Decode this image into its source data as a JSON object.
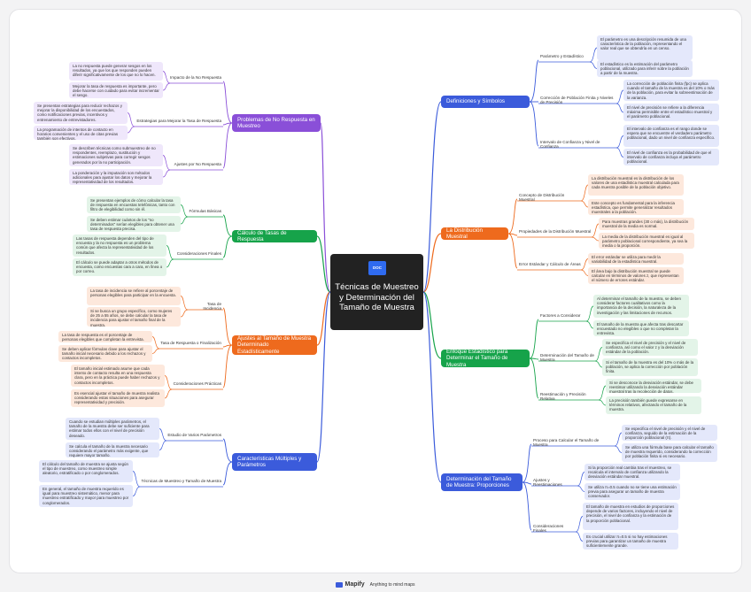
{
  "center_title": "Técnicas de Muestreo y Determinación del Tamaño de Muestra",
  "center_icon_label": "DOC",
  "colors": {
    "purple": "#8a4fd8",
    "green": "#16a34a",
    "orange": "#ee6a1d",
    "blue": "#3b5bdb",
    "purple_bg": "#efe7fb",
    "green_bg": "#e3f4e8",
    "orange_bg": "#fde8dc",
    "blue_bg": "#e4e8fb"
  },
  "branches": [
    {
      "label": "Definiciones y Símbolos",
      "subs": [
        {
          "label": "Parámetro y Estadístico",
          "leaves": [
            "El parámetro es una descripción resumida de una característica de la población, representando el valor real que se obtendría en un censo.",
            "El estadístico es la estimación del parámetro poblacional, utilizado para inferir sobre la población a partir de la muestra."
          ]
        },
        {
          "label": "Corrección de Población Finita y Niveles de Precisión",
          "leaves": [
            "La corrección de población finita (fpc) se aplica cuando el tamaño de la muestra es del 10% o más de la población, para evitar la sobreestimación de la varianza.",
            "El nivel de precisión se refiere a la diferencia máxima permisible entre el estadístico muestral y el parámetro poblacional."
          ]
        },
        {
          "label": "Intervalo de Confianza y Nivel de Confianza",
          "leaves": [
            "El intervalo de confianza es el rango donde se espera que se encuentre el verdadero parámetro poblacional, dado un nivel de confianza específico.",
            "El nivel de confianza es la probabilidad de que el intervalo de confianza incluya el parámetro poblacional."
          ]
        }
      ]
    },
    {
      "label": "La Distribución Muestral",
      "subs": [
        {
          "label": "Concepto de Distribución Muestral",
          "leaves": [
            "La distribución muestral es la distribución de los valores de una estadística muestral calculada para cada muestra posible de la población objetivo.",
            "Este concepto es fundamental para la inferencia estadística, que permite generalizar resultados muestrales a la población."
          ]
        },
        {
          "label": "Propiedades de la Distribución Muestral",
          "leaves": [
            "Para muestras grandes (30 o más), la distribución muestral de la media es normal.",
            "La media de la distribución muestral es igual al parámetro poblacional correspondiente, ya sea la media o la proporción."
          ]
        },
        {
          "label": "Error Estándar y Cálculo de Áreas",
          "leaves": [
            "El error estándar se utiliza para medir la variabilidad de la estadística muestral.",
            "El área bajo la distribución muestral se puede calcular en términos de valores z, que representan el número de errores estándar."
          ]
        }
      ]
    },
    {
      "label": "Enfoque Estadístico para Determinar el Tamaño de Muestra",
      "subs": [
        {
          "label": "Factores a Considerar",
          "leaves": [
            "Al determinar el tamaño de la muestra, se deben considerar factores cualitativos como la importancia de la decisión, la naturaleza de la investigación y las limitaciones de recursos.",
            "El tamaño de la muestra que afecta tras descartar encuestado no elegibles o que no completan la entrevista."
          ]
        },
        {
          "label": "Determinación del Tamaño de Muestra",
          "leaves": [
            "Se especifica el nivel de precisión y el nivel de confianza, así como el valor z y la desviación estándar de la población.",
            "Si el tamaño de la muestra es del 10% o más de la población, se aplica la corrección por población finita."
          ]
        },
        {
          "label": "Reestimación y Precisión Relativa",
          "leaves": [
            "Si se desconoce la desviación estándar, se debe reestimar utilizando la desviación estándar muestral tras la recolección de datos.",
            "La precisión también puede expresarse en términos relativos, afectando el tamaño de la muestra."
          ]
        }
      ]
    },
    {
      "label": "Determinación del Tamaño de Muestra: Proporciones",
      "subs": [
        {
          "label": "Proceso para Calcular el Tamaño de Muestra",
          "leaves": [
            "Se especifica el nivel de precisión y el nivel de confianza, seguido de la estimación de la proporción poblacional (π).",
            "Se utiliza una fórmula base para calcular el tamaño de muestra requerido, considerando la corrección por población finita si es necesario."
          ]
        },
        {
          "label": "Ajustes y Reestimaciones",
          "leaves": [
            "Si la proporción real cambia tras el muestreo, se recalcula el intervalo de confianza utilizando la desviación estándar muestral.",
            "Se utiliza π=0.5 cuando no se tiene una estimación previa para asegurar un tamaño de muestra conservador."
          ]
        },
        {
          "label": "Consideraciones Finales",
          "leaves": [
            "El tamaño de muestra en estudios de proporciones depende de varios factores, incluyendo el nivel de precisión, el nivel de confianza y la estimación de la proporción poblacional.",
            "Es crucial utilizar π=0.5 si no hay estimaciones previas para garantizar un tamaño de muestra suficientemente grande."
          ]
        }
      ]
    },
    {
      "label": "Problemas de No Respuesta en Muestreo",
      "subs": [
        {
          "label": "Impacto de la No Respuesta",
          "leaves": [
            "La no respuesta puede generar sesgos en los resultados, ya que los que responden pueden diferir significativamente de los que no lo hacen.",
            "Mejorar la tasa de respuesta es importante, pero debe hacerse con cuidado para evitar incrementar el sesgo."
          ]
        },
        {
          "label": "Estrategias para Mejorar la Tasa de Respuesta",
          "leaves": [
            "Se presentan estrategias para reducir rechazos y mejorar la disponibilidad de los encuestados, como notificaciones previas, incentivos y entrenamiento de entrevistadores.",
            "La programación de intentos de contacto en horarios convenientes y el uso de citas previas también son efectivos."
          ]
        },
        {
          "label": "Ajustes por No Respuesta",
          "leaves": [
            "Se describen técnicas como submuestreo de no respondentes, reemplazo, sustitución y estimaciones subjetivas para corregir sesgos generados por la no participación.",
            "La ponderación y la imputación son métodos adicionales para ajustar los datos y mejorar la representatividad de los resultados."
          ]
        }
      ]
    },
    {
      "label": "Cálculo de Tasas de Respuesta",
      "subs": [
        {
          "label": "Fórmulas Básicas",
          "leaves": [
            "Se presentan ejemplos de cómo calcular la tasa de respuesta en encuestas telefónicas, tanto con filtro de elegibilidad como sin él.",
            "Se deben estimar cuántos de los \"no determinados\" serían elegibles para obtener una tasa de respuesta precisa."
          ]
        },
        {
          "label": "Consideraciones Finales",
          "leaves": [
            "Las tasas de respuesta dependen del tipo de encuesta y la no respuesta es un problema común que afecta la representatividad de los resultados.",
            "El cálculo se puede adaptar a otros métodos de encuesta, como encuestas cara a cara, en línea o por correo."
          ]
        }
      ]
    },
    {
      "label": "Ajustes al Tamaño de Muestra Determinado Estadísticamente",
      "subs": [
        {
          "label": "Tasa de Incidencia",
          "leaves": [
            "La tasa de incidencia se refiere al porcentaje de personas elegibles para participar en la encuesta.",
            "Si se busca un grupo específico, como mujeres de 25 a 55 años, se debe calcular la tasa de incidencia para ajustar el tamaño final de la muestra."
          ]
        },
        {
          "label": "Tasa de Respuesta o Finalización",
          "leaves": [
            "La tasa de respuesta es el porcentaje de personas elegibles que completan la entrevista.",
            "Se deben aplicar fórmulas clave para ajustar el tamaño inicial necesario debido a los rechazos y contactos incompletos."
          ]
        },
        {
          "label": "Consideraciones Prácticas",
          "leaves": [
            "El tamaño inicial estimado asume que cada intento de contacto resulta en una respuesta clara, pero en la práctica puede haber rechazos y contactos incompletos.",
            "Es esencial ajustar el tamaño de muestra realista considerando estas situaciones para asegurar representatividad y precisión."
          ]
        }
      ]
    },
    {
      "label": "Características Múltiples y Parámetros",
      "subs": [
        {
          "label": "Estudio de Varios Parámetros",
          "leaves": [
            "Cuando se estudian múltiples parámetros, el tamaño de la muestra debe ser suficiente para estimar todos ellos con el nivel de precisión deseado.",
            "Se calcula el tamaño de la muestra necesario considerando el parámetro más exigente, que requiere mayor tamaño."
          ]
        },
        {
          "label": "Técnicas de Muestreo y Tamaño de Muestra",
          "leaves": [
            "El cálculo del tamaño de muestra se ajusta según el tipo de muestreo, como muestreo simple aleatorio, estratificado o por conglomerados.",
            "En general, el tamaño de muestra requerido es igual para muestreo sistemático, menor para muestreo estratificado y mayor para muestreo por conglomerados."
          ]
        }
      ]
    }
  ],
  "footer": {
    "brand": "Mapify",
    "tagline": "Anything to mind maps"
  }
}
